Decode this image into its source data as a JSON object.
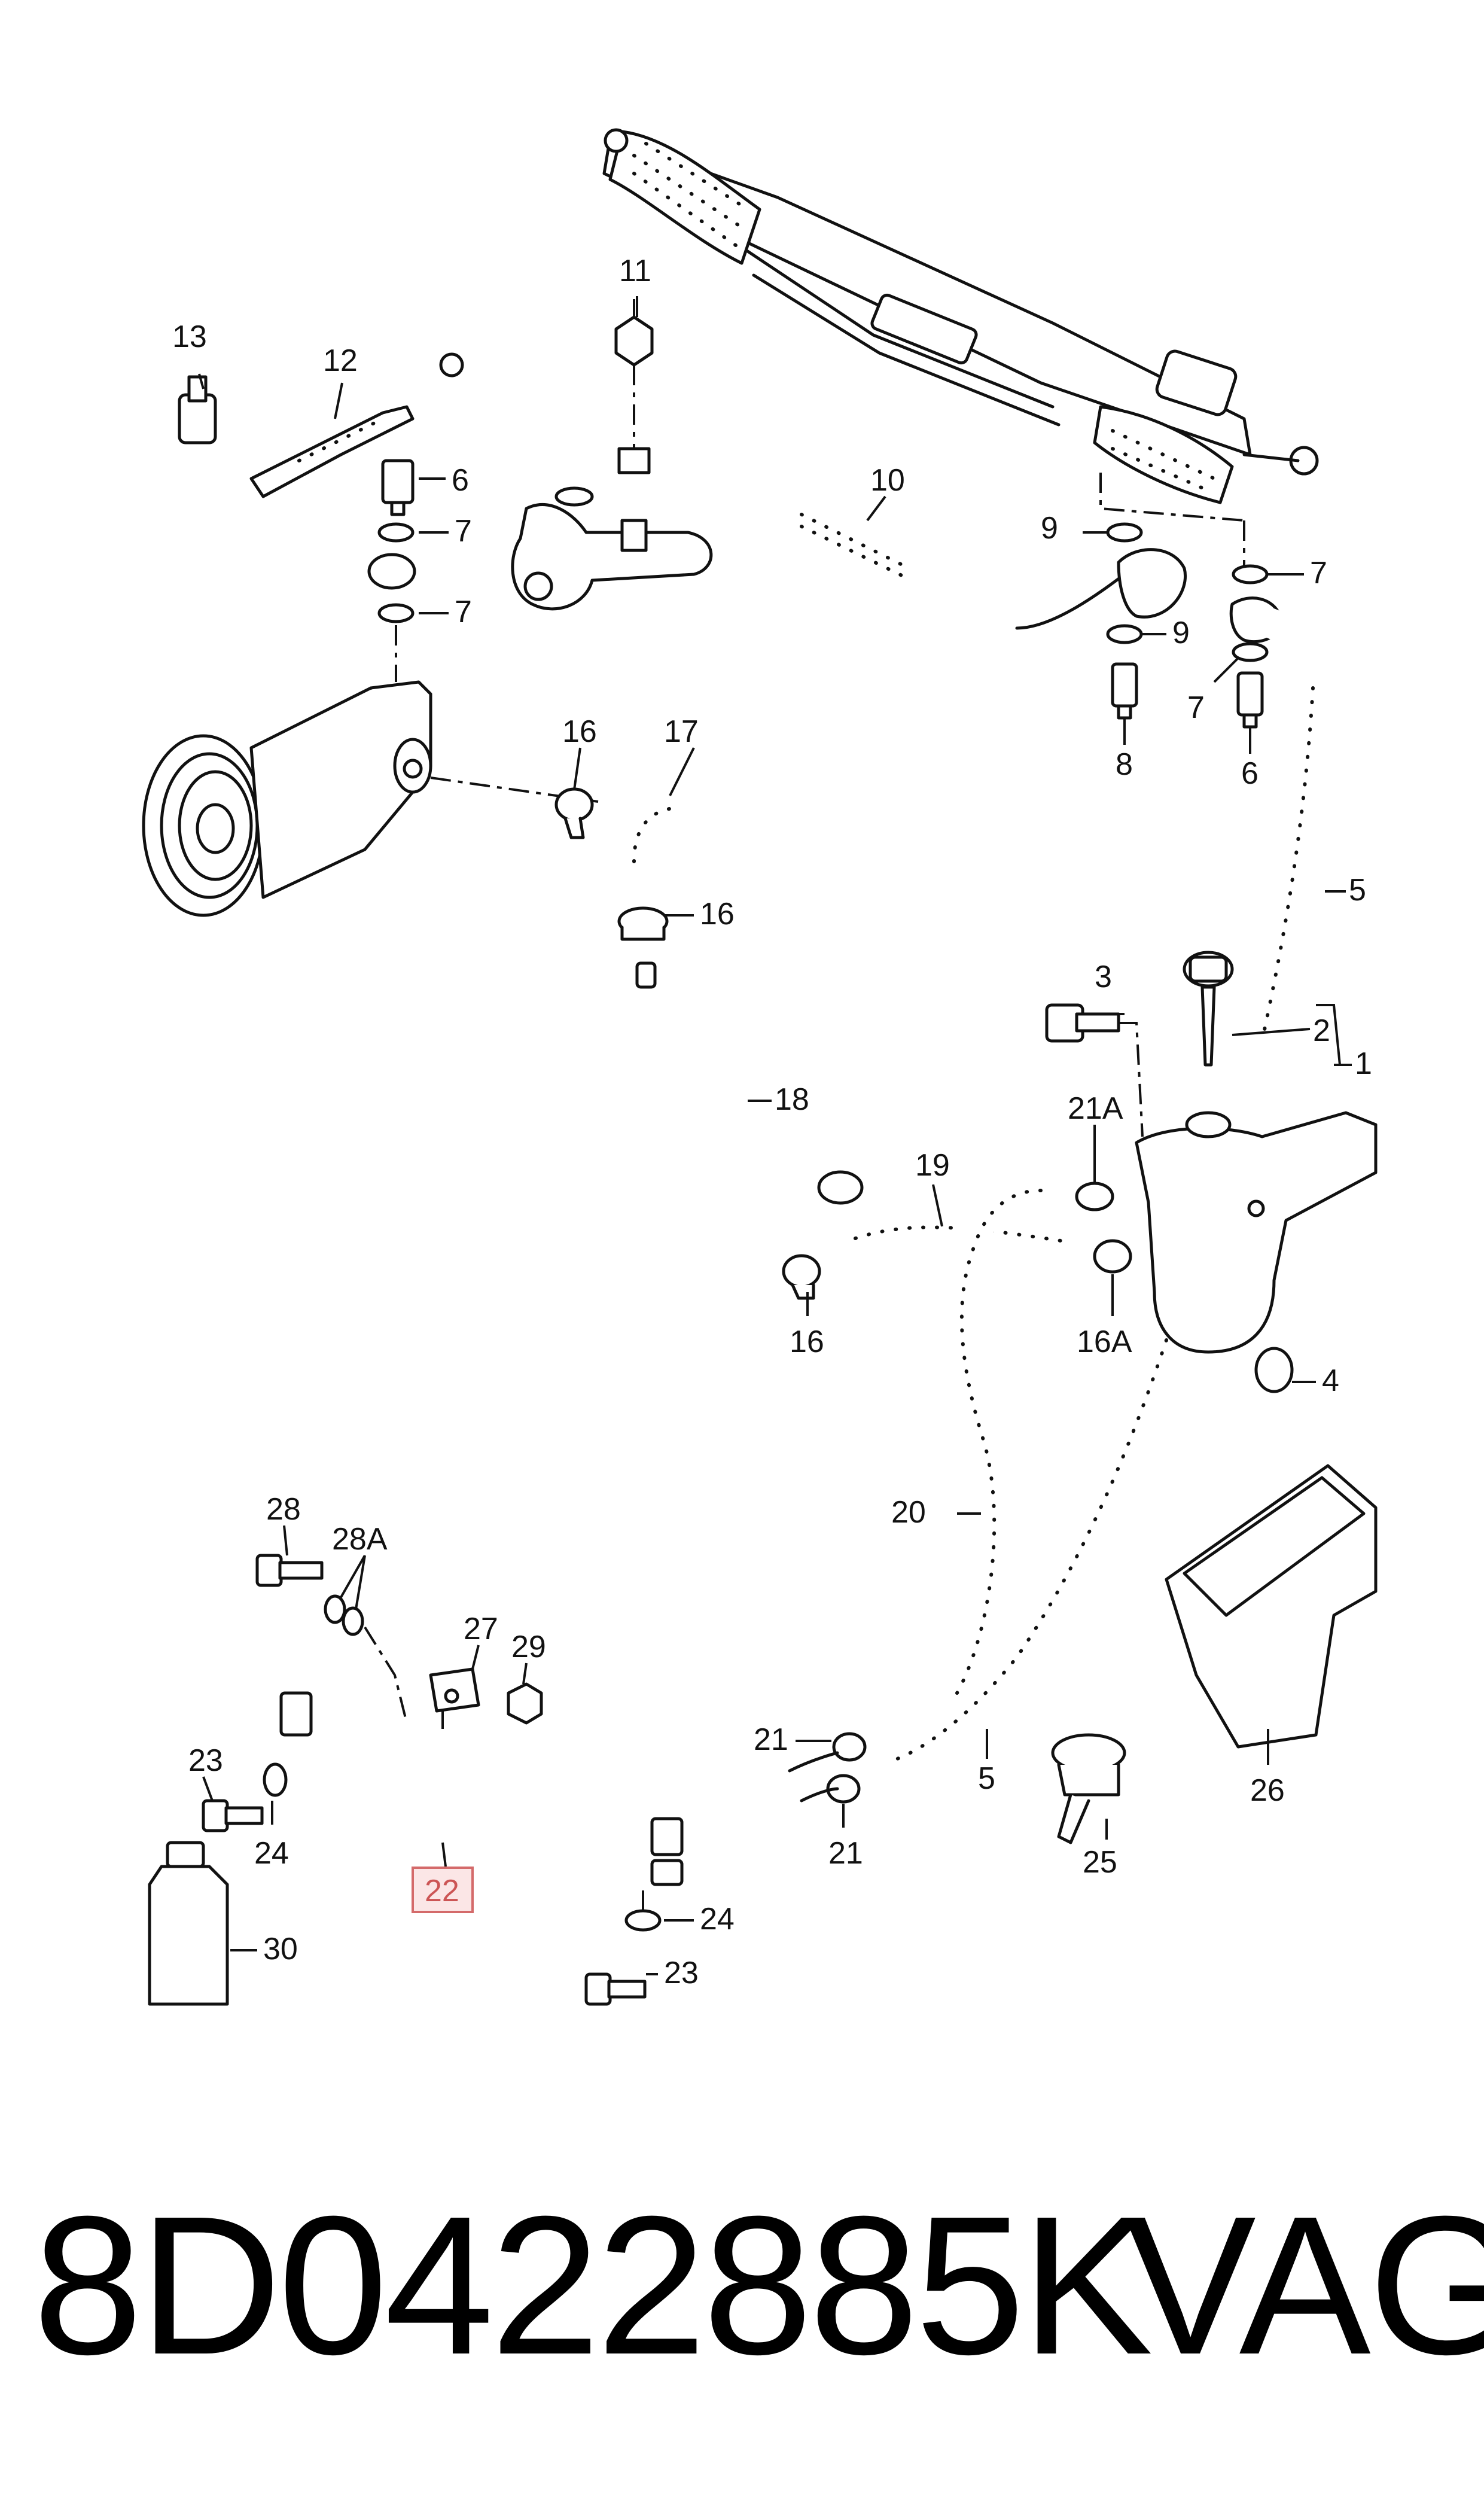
{
  "labels": {
    "l1": "1",
    "l2": "2",
    "l3": "3",
    "l4": "4",
    "l5a": "5",
    "l5b": "5",
    "l6a": "6",
    "l6b": "6",
    "l7a": "7",
    "l7b": "7",
    "l7c": "7",
    "l7d": "7",
    "l8": "8",
    "l9a": "9",
    "l9b": "9",
    "l10": "10",
    "l11": "11",
    "l12": "12",
    "l13": "13",
    "l16a": "16",
    "l16b": "16",
    "l16c": "16",
    "l16A": "16A",
    "l17": "17",
    "l18": "18",
    "l19": "19",
    "l20": "20",
    "l21a": "21",
    "l21b": "21",
    "l21A": "21A",
    "l22": "22",
    "l23a": "23",
    "l23b": "23",
    "l24a": "24",
    "l24b": "24",
    "l25": "25",
    "l26": "26",
    "l27": "27",
    "l28": "28",
    "l28A": "28A",
    "l29": "29",
    "l30": "30"
  },
  "highlighted_part": "22",
  "footer": {
    "part_number": "8D0422885K",
    "brand": "VAG"
  }
}
